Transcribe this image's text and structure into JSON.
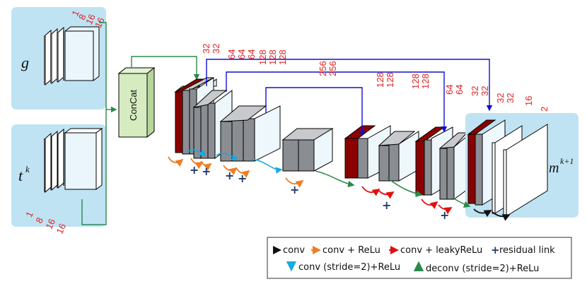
{
  "inputs": {
    "g": {
      "label": "g",
      "channels": [
        "1",
        "8",
        "16",
        "16"
      ]
    },
    "t": {
      "label": "t",
      "superscript": "k",
      "channels": [
        "1",
        "8",
        "16",
        "16"
      ]
    }
  },
  "concat_label": "ConCat",
  "output": {
    "label": "m",
    "superscript": "k+1"
  },
  "channel_labels": [
    {
      "lines": [
        "32",
        "32"
      ]
    },
    {
      "lines": [
        "64",
        "64",
        "64"
      ]
    },
    {
      "lines": [
        "128",
        "128",
        "128"
      ]
    },
    {
      "lines": [
        "256",
        "256"
      ]
    },
    {
      "lines": [
        "128",
        "128"
      ]
    },
    {
      "lines": [
        "128",
        "128"
      ]
    },
    {
      "lines": [
        "64",
        "64"
      ]
    },
    {
      "lines": [
        "32",
        "32"
      ]
    },
    {
      "lines": [
        "32",
        "32"
      ]
    },
    {
      "lines": [
        "16"
      ]
    },
    {
      "lines": [
        "2"
      ]
    }
  ],
  "legend": {
    "conv": "conv",
    "conv_relu": "conv + ReLu",
    "conv_leaky": "conv + leakyReLu",
    "residual": "residual link",
    "conv_stride": "conv (stride=2)+ReLu",
    "deconv_stride": "deconv (stride=2)+ReLu"
  },
  "colors": {
    "panel": "#bfe3f3",
    "concat": "#d6ecc0",
    "dark_red": "#8b0000",
    "gray": "#8a8d92",
    "skip": "#1010d0",
    "green_line": "#2a8a4a",
    "orange": "#ef7d22",
    "red_arrow": "#e01010",
    "cyan": "#1aa9e0",
    "plus": "#1f3a6e",
    "channel_text": "#e02020"
  }
}
